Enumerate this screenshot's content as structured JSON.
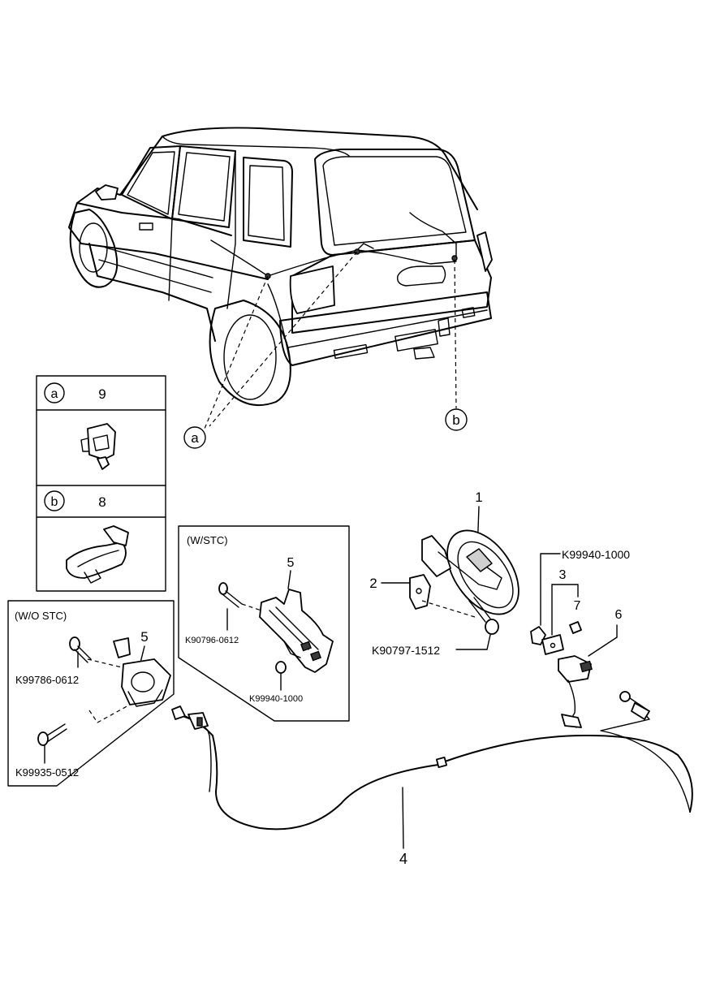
{
  "callouts": {
    "a": "a",
    "b": "b"
  },
  "legend": {
    "a_number": "9",
    "b_number": "8"
  },
  "wo_stc": {
    "title": "(W/O STC)",
    "item_number": "5",
    "bolt_top": "K99786-0612",
    "bolt_bottom": "K99935-0512"
  },
  "w_stc": {
    "title": "(W/STC)",
    "item_number": "5",
    "bolt": "K90796-0612",
    "clip": "K99940-1000"
  },
  "fuel_door": {
    "item_1": "1",
    "item_2": "2",
    "bolt": "K90797-1512"
  },
  "opener": {
    "clip": "K99940-1000",
    "item_3": "3",
    "item_7": "7",
    "item_6": "6"
  },
  "cable": {
    "item_4": "4"
  }
}
